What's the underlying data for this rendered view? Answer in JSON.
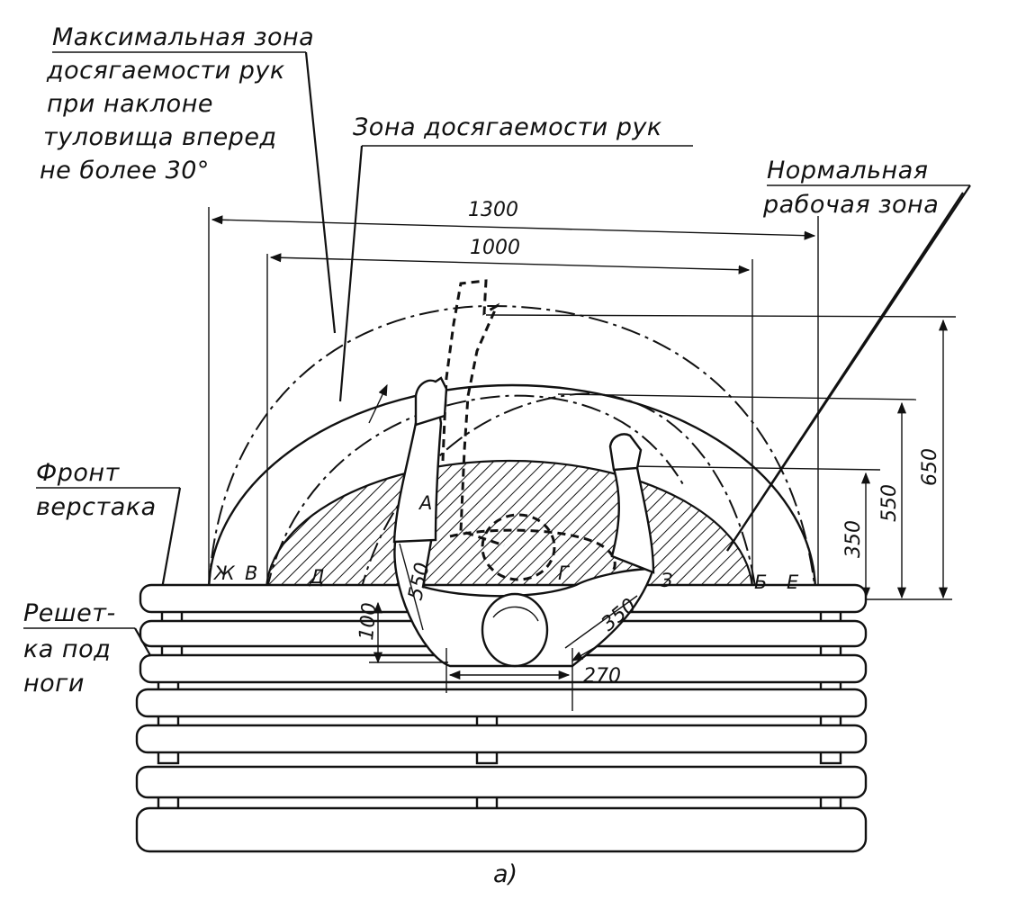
{
  "labels": {
    "max_reach_zone": [
      "Максимальная зона",
      "досягаемости рук",
      "при наклоне",
      "туловища вперед",
      "не более 30°"
    ],
    "reach_zone": "Зона досягаемости рук",
    "normal_work_zone": [
      "Нормальная",
      "рабочая зона"
    ],
    "bench_front": [
      "Фронт",
      "верстака"
    ],
    "foot_grate": [
      "Решет-",
      "ка под",
      "ноги"
    ],
    "caption": "а)"
  },
  "dimensions": {
    "width_outer": "1300",
    "width_inner": "1000",
    "depth_max": "650",
    "depth_reach": "550",
    "depth_normal": "350",
    "arm_left": "550",
    "arm_right": "350",
    "shoulder_offset": "100",
    "shoulder_width": "270"
  },
  "points": {
    "zh": "Ж",
    "v": "В",
    "d": "Д",
    "a": "А",
    "g": "Г",
    "z": "З",
    "b": "Б",
    "e": "Е"
  },
  "colors": {
    "ink": "#111111",
    "paper": "#ffffff"
  }
}
